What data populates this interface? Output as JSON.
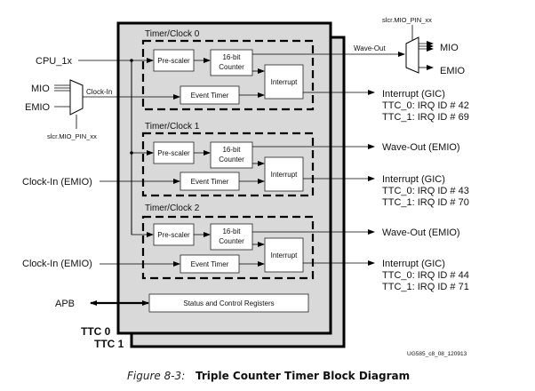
{
  "title": "Triple Counter Timer Block Diagram",
  "caption": {
    "figure_label": "Figure 8-3:",
    "title": "Triple Counter Timer Block Diagram"
  },
  "doc_id": "UG585_c8_08_120913",
  "ttc_labels": [
    "TTC 0",
    "TTC 1"
  ],
  "inputs": {
    "cpu": "CPU_1x",
    "mio": "MIO",
    "emio": "EMIO",
    "clock_in_mux_label": "Clock-In",
    "mux_select": "slcr.MIO_PIN_xx",
    "clock_in_emio_1": "Clock-In (EMIO)",
    "clock_in_emio_2": "Clock-In (EMIO)",
    "apb": "APB"
  },
  "timers": [
    {
      "label": "Timer/Clock 0",
      "prescaler": "Pre-scaler",
      "counter_line1": "16-bit",
      "counter_line2": "Counter",
      "event_timer": "Event Timer",
      "interrupt": "Interrupt",
      "wave_out": "Wave-Out",
      "irq_title": "Interrupt (GIC)",
      "irq_ttc0": "TTC_0: IRQ ID # 42",
      "irq_ttc1": "TTC_1: IRQ ID # 69"
    },
    {
      "label": "Timer/Clock 1",
      "prescaler": "Pre-scaler",
      "counter_line1": "16-bit",
      "counter_line2": "Counter",
      "event_timer": "Event Timer",
      "interrupt": "Interrupt",
      "wave_out": "Wave-Out (EMIO)",
      "irq_title": "Interrupt (GIC)",
      "irq_ttc0": "TTC_0: IRQ ID # 43",
      "irq_ttc1": "TTC_1: IRQ ID # 70"
    },
    {
      "label": "Timer/Clock 2",
      "prescaler": "Pre-scaler",
      "counter_line1": "16-bit",
      "counter_line2": "Counter",
      "event_timer": "Event Timer",
      "interrupt": "Interrupt",
      "wave_out": "Wave-Out (EMIO)",
      "irq_title": "Interrupt (GIC)",
      "irq_ttc0": "TTC_0: IRQ ID # 44",
      "irq_ttc1": "TTC_1: IRQ ID # 71"
    }
  ],
  "output_mux": {
    "select": "slcr.MIO_PIN_xx",
    "mio": "MIO",
    "emio": "EMIO"
  },
  "status_registers": "Status and Control Registers",
  "colors": {
    "block_fill": "#d9d9d9",
    "box_fill": "#ffffff",
    "line": "#000000"
  }
}
